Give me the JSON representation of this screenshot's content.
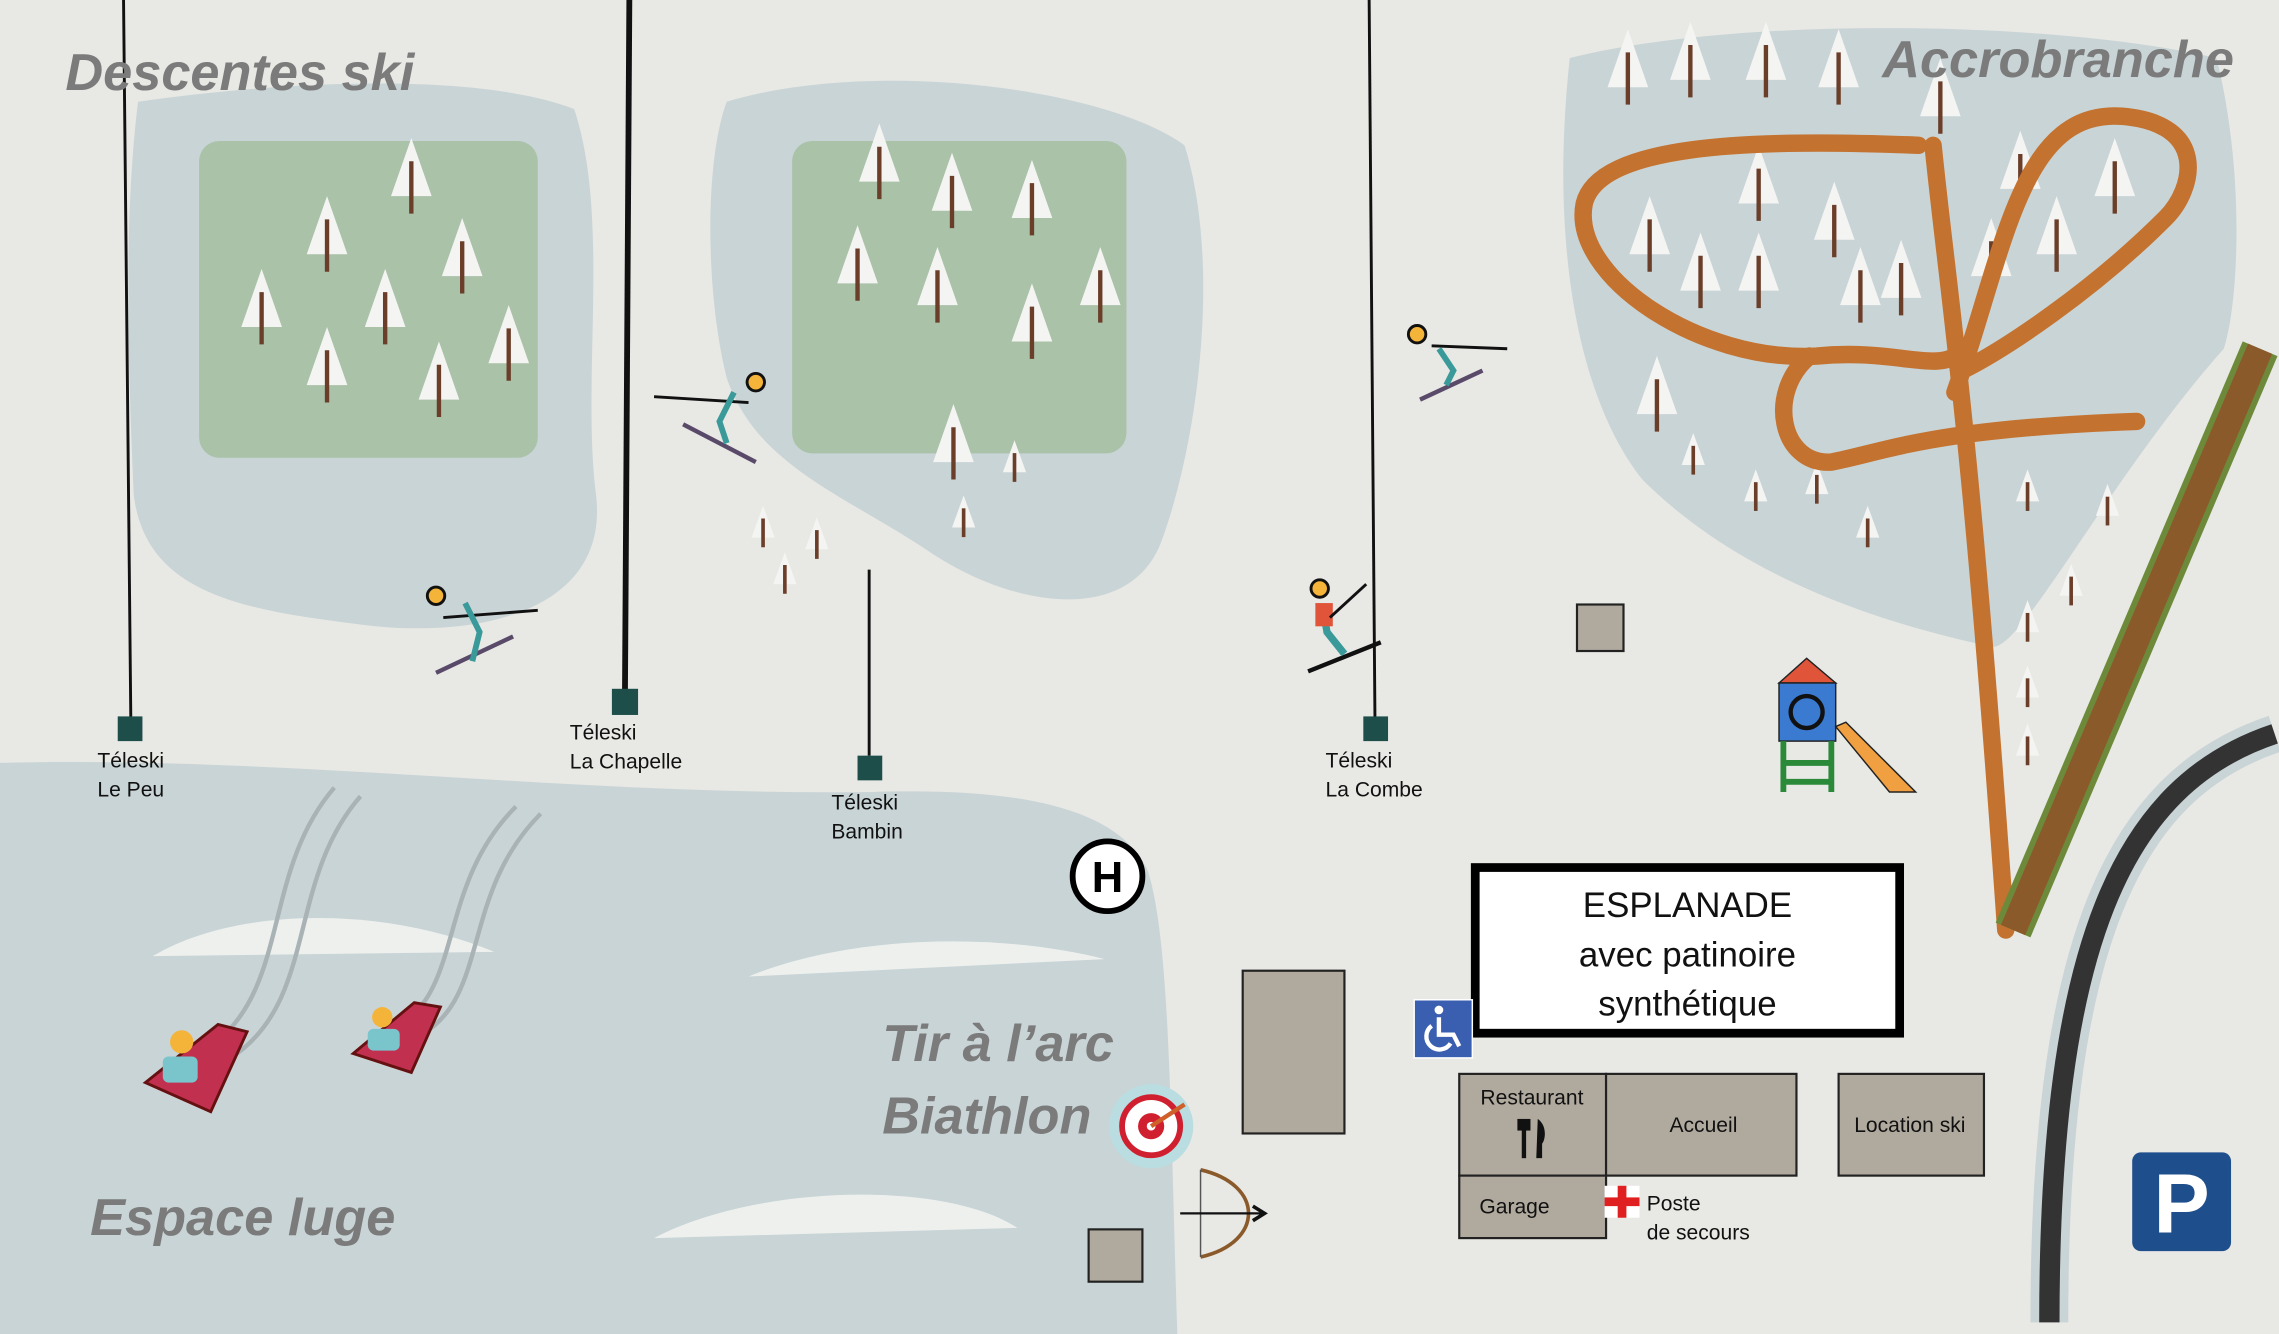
{
  "zones": {
    "ski": "Descentes ski",
    "accro": "Accrobranche",
    "luge": "Espace luge",
    "archery_line1": "Tir à l’arc",
    "archery_line2": "Biathlon"
  },
  "lifts": [
    {
      "line1": "Téleski",
      "line2": "Le Peu"
    },
    {
      "line1": "Téleski",
      "line2": "La Chapelle"
    },
    {
      "line1": "Téleski",
      "line2": "Bambin"
    },
    {
      "line1": "Téleski",
      "line2": "La Combe"
    }
  ],
  "esplanade": {
    "line1": "ESPLANADE",
    "line2": "avec patinoire",
    "line3": "synthétique"
  },
  "buildings": {
    "restaurant": "Restaurant",
    "accueil": "Accueil",
    "location": "Location ski",
    "garage": "Garage",
    "poste_line1": "Poste",
    "poste_line2": "de secours"
  },
  "signs": {
    "parking": "P",
    "helipad": "H"
  },
  "colors": {
    "snow": "#c9d4d6",
    "forest": "#a9c2a8",
    "building": "#b0a99e",
    "lift_station": "#1d4e4a",
    "accro_path": "#c4722f",
    "parking": "#1f4e8c"
  }
}
